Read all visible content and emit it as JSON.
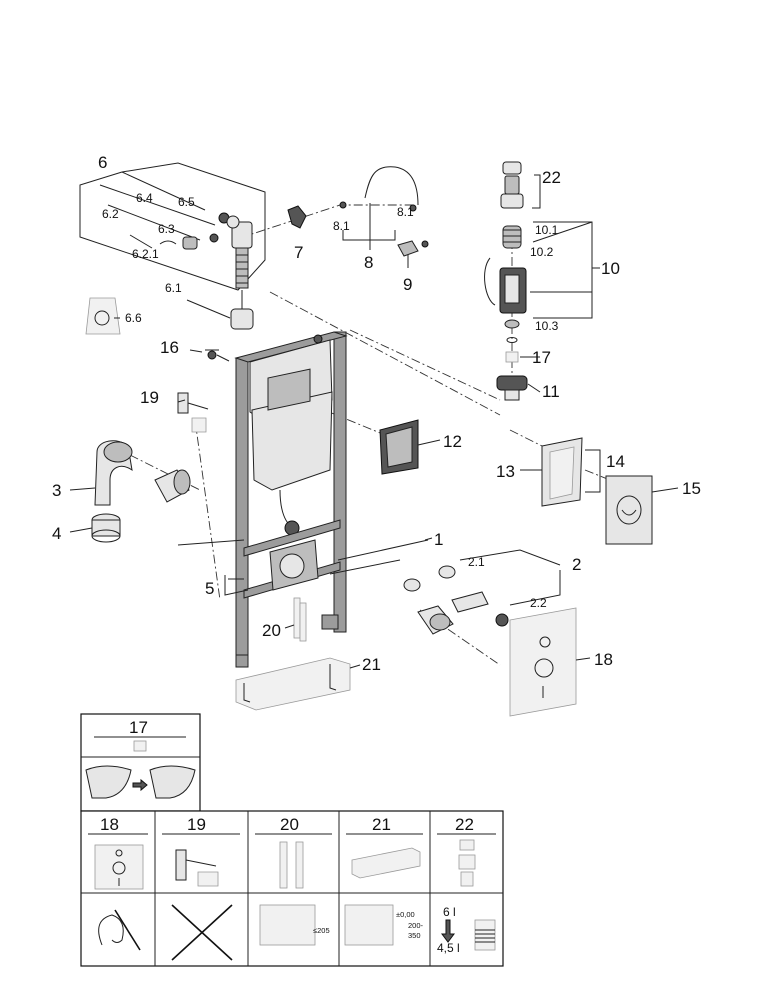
{
  "callouts": {
    "c1": "1",
    "c2": "2",
    "c2_1": "2.1",
    "c2_2": "2.2",
    "c3": "3",
    "c4": "4",
    "c5": "5",
    "c6": "6",
    "c6_1": "6.1",
    "c6_2": "6.2",
    "c6_2_1": "6.2.1",
    "c6_3": "6.3",
    "c6_4": "6.4",
    "c6_5": "6.5",
    "c6_6": "6.6",
    "c7": "7",
    "c8": "8",
    "c8_1a": "8.1",
    "c8_1b": "8.1",
    "c9": "9",
    "c10": "10",
    "c10_1": "10.1",
    "c10_2": "10.2",
    "c10_3": "10.3",
    "c11": "11",
    "c12": "12",
    "c13": "13",
    "c14": "14",
    "c15": "15",
    "c16": "16",
    "c17": "17",
    "c18": "18",
    "c19": "19",
    "c20": "20",
    "c21": "21",
    "c22": "22"
  },
  "panels": {
    "p17": "17",
    "p18": "18",
    "p19": "19",
    "p20": "20",
    "p21": "21",
    "p22": "22"
  },
  "dims": {
    "d_max205": "≤205",
    "d_zero": "±0,00",
    "d_200": "200-",
    "d_350": "350",
    "d_6l": "6 l",
    "d_45l": "4,5 l"
  }
}
